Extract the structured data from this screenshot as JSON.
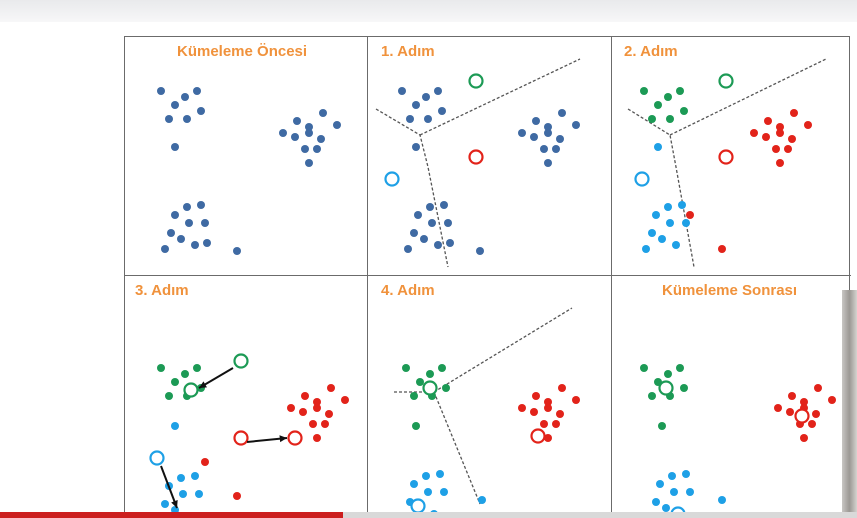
{
  "titles": {
    "p1": "Kümeleme Öncesi",
    "p2": "1. Adım",
    "p3": "2. Adım",
    "p4": "3. Adım",
    "p5": "4. Adım",
    "p6": "Kümeleme Sonrası"
  },
  "colors": {
    "title": "#f0923c",
    "unassigned": "#3f6aa3",
    "cluster_green": "#1c9a55",
    "cluster_red": "#e2231a",
    "cluster_cyan": "#1ea0e6",
    "boundary": "#555555",
    "arrow": "#111111",
    "video_progress": "#cc1f1f"
  },
  "video": {
    "progress_fraction": 0.4
  }
}
